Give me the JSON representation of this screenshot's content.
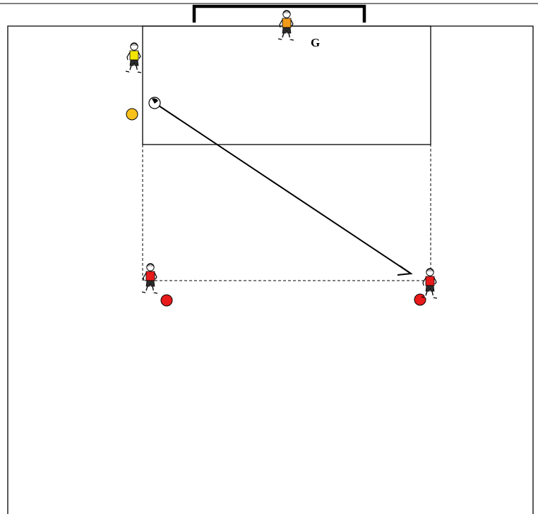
{
  "diagram": {
    "goalkeeper_label": "G",
    "colors": {
      "background": "#ffffff",
      "lines": "#000000",
      "attacker_shirt": "#e81a1a",
      "defender_shirt": "#f2e600",
      "goalkeeper_shirt": "#f29a1a",
      "shorts": "#2b2b2b",
      "ball_red": "#e81a1a",
      "ball_yellow": "#f7c21a"
    },
    "players": [
      {
        "role": "defender",
        "team": "yellow",
        "name": "defender-yellow"
      },
      {
        "role": "goalkeeper",
        "team": "orange",
        "name": "goalkeeper"
      },
      {
        "role": "attacker",
        "team": "red",
        "name": "attacker-left"
      },
      {
        "role": "attacker",
        "team": "red",
        "name": "attacker-right"
      }
    ],
    "balls": [
      "soccer-ball",
      "yellow-cone",
      "red-cone-left",
      "red-cone-right"
    ],
    "pass_arrow": "pass-arrow"
  }
}
